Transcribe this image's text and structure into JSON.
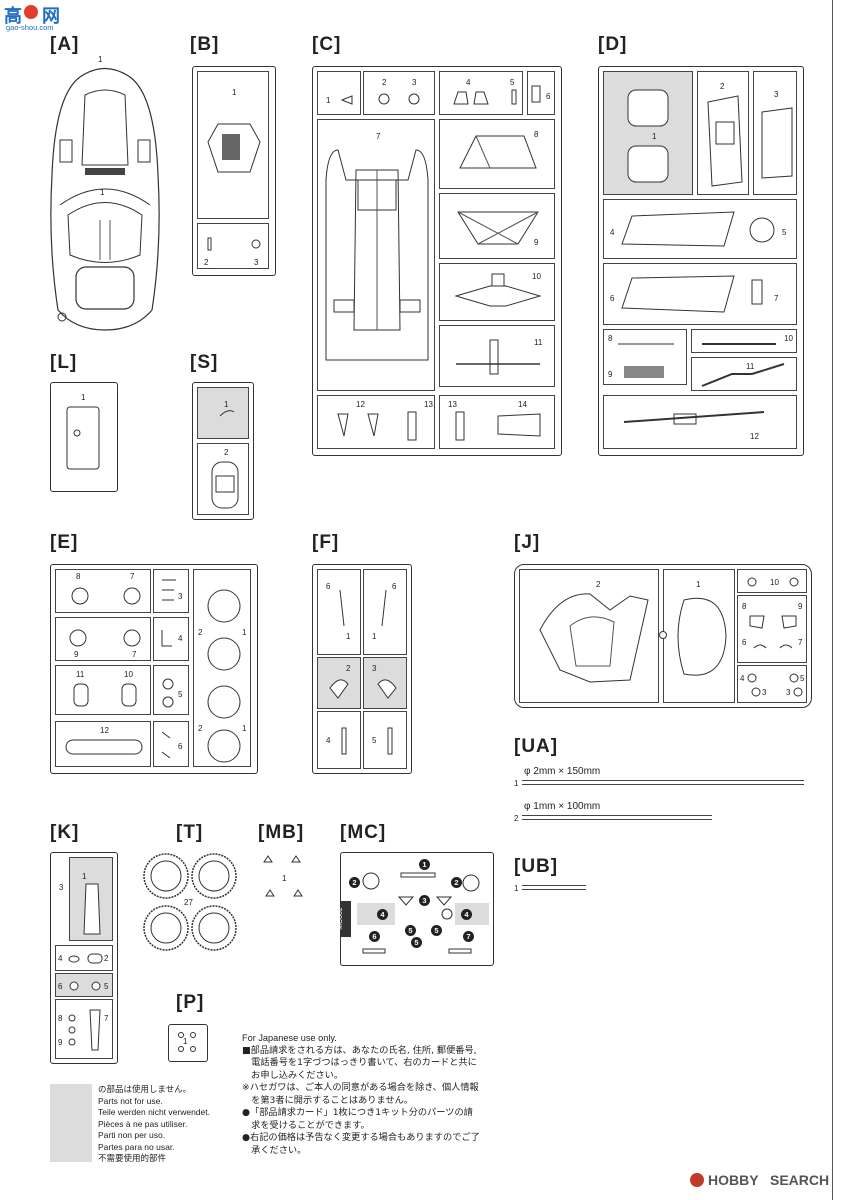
{
  "watermark": {
    "logo_main": "高",
    "logo_sub": "网",
    "logo_url": "gao-shou.com"
  },
  "sections": {
    "A": "[A]",
    "B": "[B]",
    "C": "[C]",
    "D": "[D]",
    "L": "[L]",
    "S": "[S]",
    "E": "[E]",
    "F": "[F]",
    "J": "[J]",
    "UA": "[UA]",
    "UB": "[UB]",
    "K": "[K]",
    "T": "[T]",
    "MB": "[MB]",
    "MC": "[MC]",
    "P": "[P]"
  },
  "rods": {
    "ua1": {
      "number": "1",
      "spec": "φ 2mm × 150mm"
    },
    "ua2": {
      "number": "2",
      "spec": "φ 1mm × 100mm"
    },
    "ub1": {
      "number": "1"
    }
  },
  "tree_t": {
    "part_number": "27"
  },
  "mc_sprue": {
    "code": "MC002"
  },
  "notes": {
    "heading": "For Japanese use only.",
    "line1": "■部品請求をされる方は、あなたの氏名, 住所, 郵便番号,",
    "line2": "　電話番号を1字づつはっきり書いて、右のカードと共に",
    "line3": "　お申し込みください。",
    "line4": "※ハセガワは、ご本人の同意がある場合を除き、個人情報",
    "line5": "　を第3者に開示することはありません。",
    "line6": "●「部品請求カード」1枚につき1キット分のパーツの請",
    "line7": "　求を受けることができます。",
    "line8": "●右記の価格は予告なく変更する場合もありますのでご了",
    "line9": "　承ください。"
  },
  "legend": {
    "ja": "の部品は使用しません。",
    "en": "Parts not for use.",
    "de": "Teile werden nicht verwendet.",
    "fr": "Pièces à ne pas utiliser.",
    "it": "Parti non per uso.",
    "es": "Partes para no usar.",
    "zh": "不需要使用的部件"
  },
  "brand": {
    "left": "HOBBY",
    "right": "SEARCH"
  },
  "colors": {
    "unused_gray": "#dcdcdc",
    "line": "#333333",
    "brand_red": "#c0392b"
  }
}
